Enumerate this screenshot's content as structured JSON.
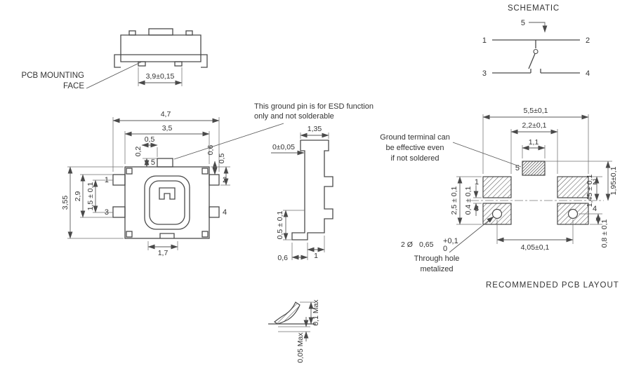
{
  "front_view": {
    "label_line1": "PCB MOUNTING",
    "label_line2": "FACE",
    "dim_width": "3,9±0,15"
  },
  "schematic": {
    "title": "SCHEMATIC",
    "pin1": "1",
    "pin2": "2",
    "pin3": "3",
    "pin4": "4",
    "pin5": "5"
  },
  "top_view": {
    "pin1": "1",
    "pin2": "2",
    "pin3": "3",
    "pin4": "4",
    "pin5": "5",
    "dim_overall_width": "4,7",
    "dim_body_width": "3,5",
    "dim_pin5_offset": "0,5",
    "dim_pin5_protrusion": "0,2",
    "dim_right_upper": "0,6",
    "dim_right_lower": "0,5",
    "dim_overall_depth": "3,55",
    "dim_pin_span": "2,9",
    "dim_pin_pitch": "1,5 ± 0,1",
    "dim_bottom": "1,7",
    "esd_line1": "This ground pin is for ESD function",
    "esd_line2": "only and not solderable"
  },
  "side_view": {
    "dim_top_width": "1,35",
    "dim_seating": "0±0,05",
    "dim_lead_height": "0,5 ± 0,1",
    "dim_foot": "0,6",
    "dim_lead_length": "1"
  },
  "detail_view": {
    "dim_upper": "0,1 Max",
    "dim_lower": "0,05 Max"
  },
  "pcb_layout": {
    "caption": "RECOMMENDED PCB LAYOUT",
    "pad1": "1",
    "pad2": "2",
    "pad3": "3",
    "pad4": "4",
    "pad5": "5",
    "dim_overall": "5,5±0,1",
    "dim_inner": "2,2±0,1",
    "dim_ground_pad": "1,1",
    "dim_pad_span": "2,5 ± 0,1",
    "dim_pad_gap": "0,4 ± 0,1",
    "dim_right_inner": "1,45 ± 0,1",
    "dim_right_outer": "1,95±0,1",
    "dim_hole_offset": "0,8 ± 0,1",
    "dim_hole_pitch": "4,05±0,1",
    "hole_prefix": "2 Ø",
    "hole_dia": "0,65",
    "hole_tol_plus": "+0,1",
    "hole_tol_zero": "0",
    "hole_note_line1": "Through hole",
    "hole_note_line2": "metalized",
    "ground_note_line1": "Ground terminal can",
    "ground_note_line2": "be effective even",
    "ground_note_line3": "if not soldered"
  }
}
